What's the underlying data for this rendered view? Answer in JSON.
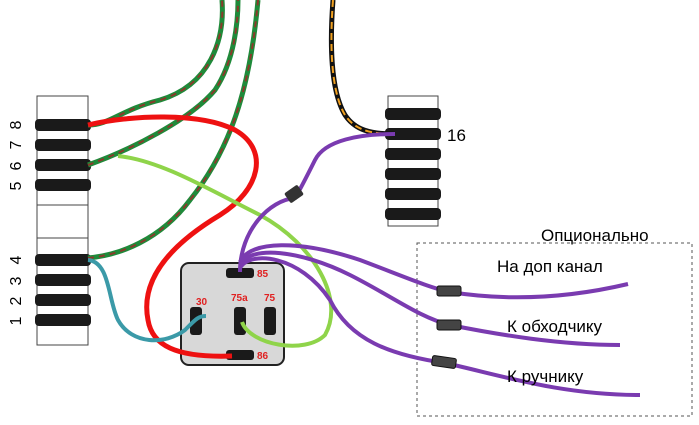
{
  "left_connector": {
    "upper_block_pins": [
      "8",
      "7",
      "6",
      "5"
    ],
    "lower_block_pins": [
      "4",
      "3",
      "2",
      "1"
    ]
  },
  "right_connector": {
    "pin_label": "16"
  },
  "relay": {
    "pins": {
      "p85": "85",
      "p30": "30",
      "p75a": "75a",
      "p75": "75",
      "p86": "86"
    }
  },
  "optional_box": {
    "title": "Опционально",
    "outputs": [
      "На доп канал",
      "К обходчику",
      "К ручнику"
    ]
  },
  "colors": {
    "red": "#ee1111",
    "light_green": "#8fd44a",
    "teal": "#3b9aa8",
    "purple": "#7a3bb0",
    "green_dark": "#1f8a3a",
    "brown": "#8a3a2a",
    "orange": "#f0a020",
    "black": "#111111",
    "relay_body": "#d8d8d8",
    "contact": "#1a1a1a"
  }
}
